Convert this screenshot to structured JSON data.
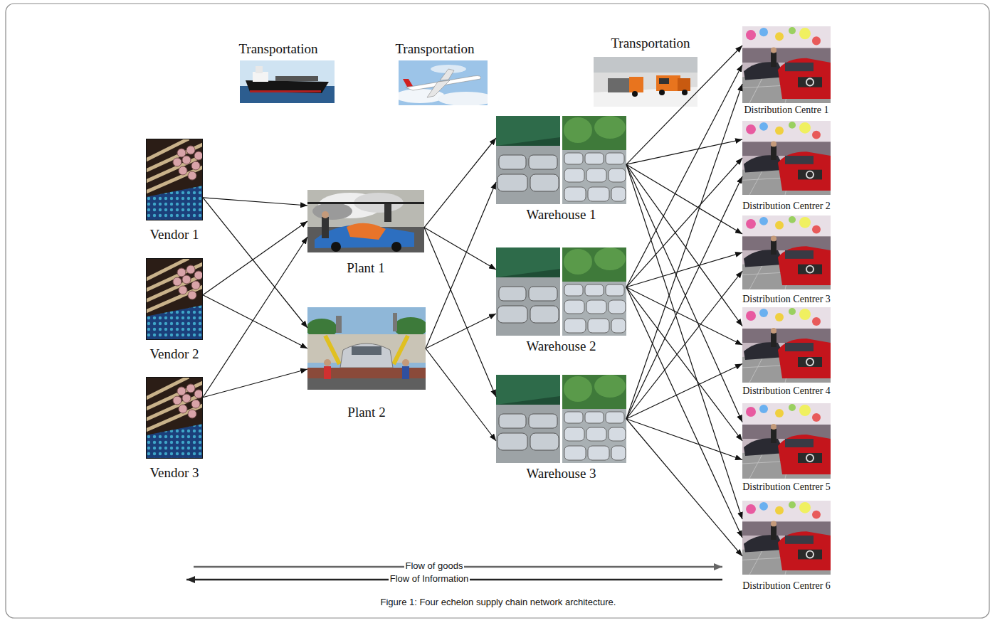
{
  "diagram": {
    "caption": "Figure 1: Four echelon supply chain network architecture.",
    "nodes": [
      {
        "text": [
          "Vendor 1"
        ]
      },
      {
        "text": [
          "Vendor 2"
        ]
      },
      {
        "text": [
          "Vendor 3"
        ]
      },
      {
        "text": [
          "Plant 1"
        ]
      },
      {
        "text": [
          "Plant 2"
        ]
      },
      {
        "text": [
          "Warehouse 1"
        ]
      },
      {
        "text": [
          "Warehouse 2"
        ]
      },
      {
        "text": [
          "Warehouse 3"
        ]
      },
      {
        "text": [
          "Distribution Centre 1"
        ]
      },
      {
        "text": [
          "Distribution Centrer 2"
        ]
      },
      {
        "text": [
          "Distribution Centrer 3"
        ]
      },
      {
        "text": [
          "Distribution Centrer 4"
        ]
      },
      {
        "text": [
          "Distribution Centrer 5"
        ]
      },
      {
        "text": [
          "Distribution Centrer 6"
        ]
      }
    ],
    "edges": [
      {
        "from": 0,
        "to": 3,
        "arrow": "to"
      },
      {
        "from": 0,
        "to": 4,
        "arrow": "to"
      },
      {
        "from": 1,
        "to": 3,
        "arrow": "to"
      },
      {
        "from": 1,
        "to": 4,
        "arrow": "to"
      },
      {
        "from": 2,
        "to": 3,
        "arrow": "to"
      },
      {
        "from": 2,
        "to": 4,
        "arrow": "to"
      },
      {
        "from": 3,
        "to": 5,
        "arrow": "to"
      },
      {
        "from": 3,
        "to": 6,
        "arrow": "to"
      },
      {
        "from": 3,
        "to": 7,
        "arrow": "to"
      },
      {
        "from": 4,
        "to": 5,
        "arrow": "to"
      },
      {
        "from": 4,
        "to": 6,
        "arrow": "to"
      },
      {
        "from": 4,
        "to": 7,
        "arrow": "to"
      },
      {
        "from": 5,
        "to": 8,
        "arrow": "to"
      },
      {
        "from": 5,
        "to": 9,
        "arrow": "to"
      },
      {
        "from": 5,
        "to": 10,
        "arrow": "to"
      },
      {
        "from": 5,
        "to": 11,
        "arrow": "to"
      },
      {
        "from": 5,
        "to": 12,
        "arrow": "to"
      },
      {
        "from": 5,
        "to": 13,
        "arrow": "to"
      },
      {
        "from": 6,
        "to": 8,
        "arrow": "to"
      },
      {
        "from": 6,
        "to": 9,
        "arrow": "to"
      },
      {
        "from": 6,
        "to": 10,
        "arrow": "to"
      },
      {
        "from": 6,
        "to": 11,
        "arrow": "to"
      },
      {
        "from": 6,
        "to": 12,
        "arrow": "to"
      },
      {
        "from": 6,
        "to": 13,
        "arrow": "to"
      },
      {
        "from": 7,
        "to": 8,
        "arrow": "to"
      },
      {
        "from": 7,
        "to": 9,
        "arrow": "to"
      },
      {
        "from": 7,
        "to": 10,
        "arrow": "to"
      },
      {
        "from": 7,
        "to": 11,
        "arrow": "to"
      },
      {
        "from": 7,
        "to": 12,
        "arrow": "to"
      },
      {
        "from": 7,
        "to": 13,
        "arrow": "to"
      }
    ],
    "labels": [
      "Transportation",
      "Transportation",
      "Transportation",
      "Flow of goods",
      "Flow of Information"
    ]
  }
}
